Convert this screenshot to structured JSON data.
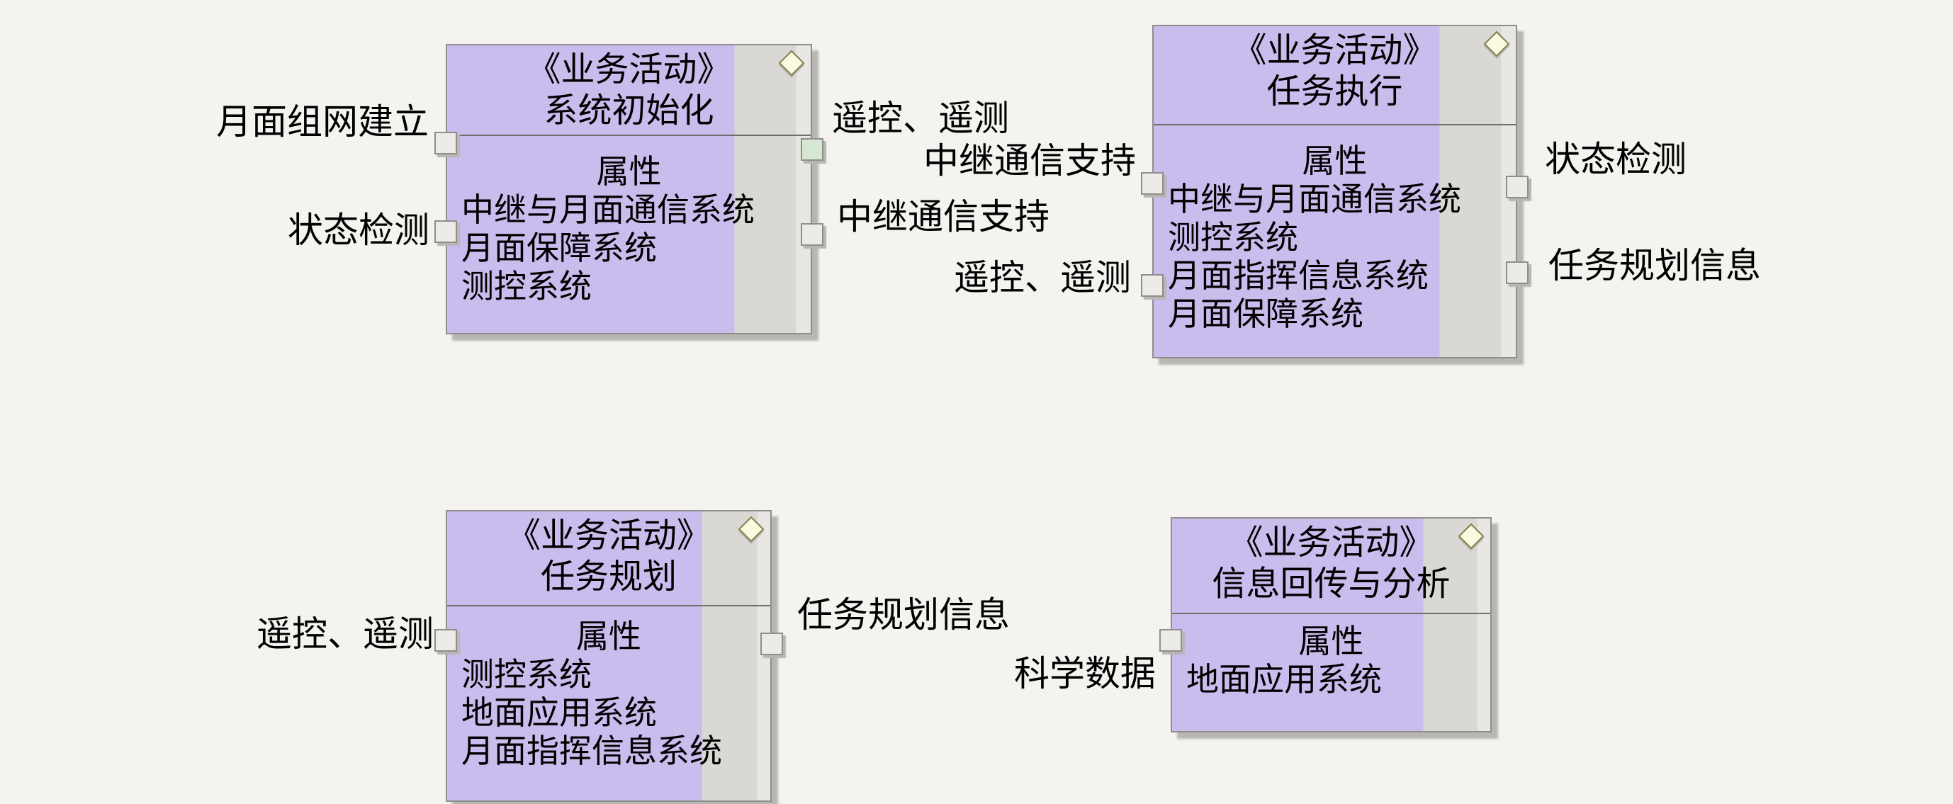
{
  "colors": {
    "canvas_bg": "#f4f3f0",
    "block_lavender": "#cbbcee",
    "block_gray": "#d9d8d4",
    "port_fill": "#edebe8",
    "port_green_fill": "#d5e6d3",
    "shadow": "#b7b6b3",
    "diamond_fill": "#fbfae0"
  },
  "blocks": [
    {
      "stereotype": "《业务活动》",
      "name": "系统初始化",
      "attrs_title": "属性",
      "attributes": [
        "中继与月面通信系统",
        "月面保障系统",
        "测控系统"
      ],
      "ports": {
        "left": [
          {
            "label": "月面组网建立"
          },
          {
            "label": "状态检测"
          }
        ],
        "right": [
          {
            "label": "遥控、遥测"
          },
          {
            "label": "中继通信支持"
          }
        ]
      }
    },
    {
      "stereotype": "《业务活动》",
      "name": "任务执行",
      "attrs_title": "属性",
      "attributes": [
        "中继与月面通信系统",
        "测控系统",
        "月面指挥信息系统",
        "月面保障系统"
      ],
      "ports": {
        "left": [
          {
            "label": "中继通信支持"
          },
          {
            "label": "遥控、遥测"
          }
        ],
        "right": [
          {
            "label": "状态检测"
          },
          {
            "label": "任务规划信息"
          }
        ]
      }
    },
    {
      "stereotype": "《业务活动》",
      "name": "任务规划",
      "attrs_title": "属性",
      "attributes": [
        "测控系统",
        "地面应用系统",
        "月面指挥信息系统"
      ],
      "ports": {
        "left": [
          {
            "label": "遥控、遥测"
          }
        ],
        "right": [
          {
            "label": "任务规划信息"
          }
        ]
      }
    },
    {
      "stereotype": "《业务活动》",
      "name": "信息回传与分析",
      "attrs_title": "属性",
      "attributes": [
        "地面应用系统"
      ],
      "ports": {
        "left": [
          {
            "label": "科学数据"
          }
        ],
        "right": []
      }
    }
  ]
}
